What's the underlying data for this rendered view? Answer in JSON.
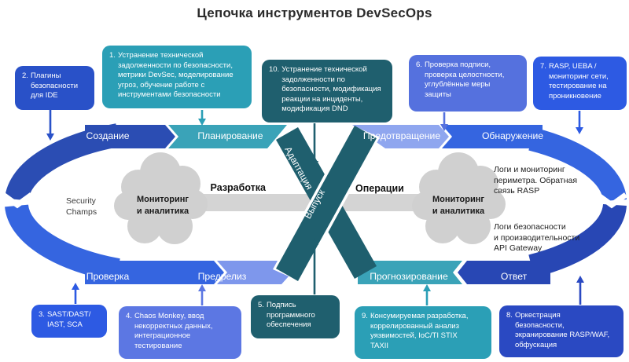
{
  "title": "Цепочка инструментов DevSecOps",
  "colors": {
    "blue-create": "#2B4DB3",
    "blue-mid": "#3565E0",
    "blue-bright": "#2D5AE3",
    "blue2": "#2951C8",
    "navy": "#2847B4",
    "navy-box": "#2A49C2",
    "peri-light": "#8FA6EF",
    "peri": "#7E97EC",
    "peri4": "#5C77E3",
    "peri6": "#5571DE",
    "teal-band": "#3AA3B8",
    "teal-box": "#2B9FB6",
    "dark-teal": "#1F5F6E",
    "gray-band": "#D4D4D4",
    "cloud": "#D0D0D0"
  },
  "loop": {
    "segments": {
      "create": "Создание",
      "plan": "Планирование",
      "adapt": "Адаптация",
      "release": "Выпуск",
      "prevent": "Предотвращение",
      "detect": "Обнаружение",
      "verify": "Проверка",
      "prerelease": "Предрелиз",
      "predict": "Прогнозирование",
      "respond": "Ответ"
    },
    "dev_label": "Разработка",
    "ops_label": "Операции",
    "monitoring_label": "Мониторинг\nи аналитика",
    "security_champs": "Security\nChamps",
    "logs_top": "Логи и мониторинг\nпериметра. Обратная\nсвязь RASP",
    "logs_bottom": "Логи безопасности\nи производительности\nAPI Gateway"
  },
  "callouts": [
    {
      "num": "1.",
      "text": "Устранение технической\nзадолженности по безопасности,\nметрики DevSec, моделирование\nугроз, обучение работе с\nинструментами безопасности"
    },
    {
      "num": "2.",
      "text": "Плагины\nбезопасности\nдля IDE"
    },
    {
      "num": "3.",
      "text": "SAST/DAST/\nIAST, SCA"
    },
    {
      "num": "4.",
      "text": "Chaos Monkey, ввод\nнекорректных данных,\nинтеграционное\nтестирование"
    },
    {
      "num": "5.",
      "text": "Подпись\nпрограммного\nобеспечения"
    },
    {
      "num": "6.",
      "text": "Проверка подписи,\nпроверка целостности,\nуглублённые меры\nзащиты"
    },
    {
      "num": "7.",
      "text": "RASP, UEBA /\nмониторинг сети,\nтестирование на\nпроникновение"
    },
    {
      "num": "8.",
      "text": "Оркестрация\nбезопасности,\nэкранирование RASP/WAF,\nобфускация"
    },
    {
      "num": "9.",
      "text": "Консумируемая разработка,\nкоррелированный анализ\nуязвимостей, IoC/TI STIX\nTAXII"
    },
    {
      "num": "10.",
      "text": "Устранение технической\nзадолженности по\nбезопасности, модификация\nреакции на инциденты,\nмодификация DND"
    }
  ]
}
